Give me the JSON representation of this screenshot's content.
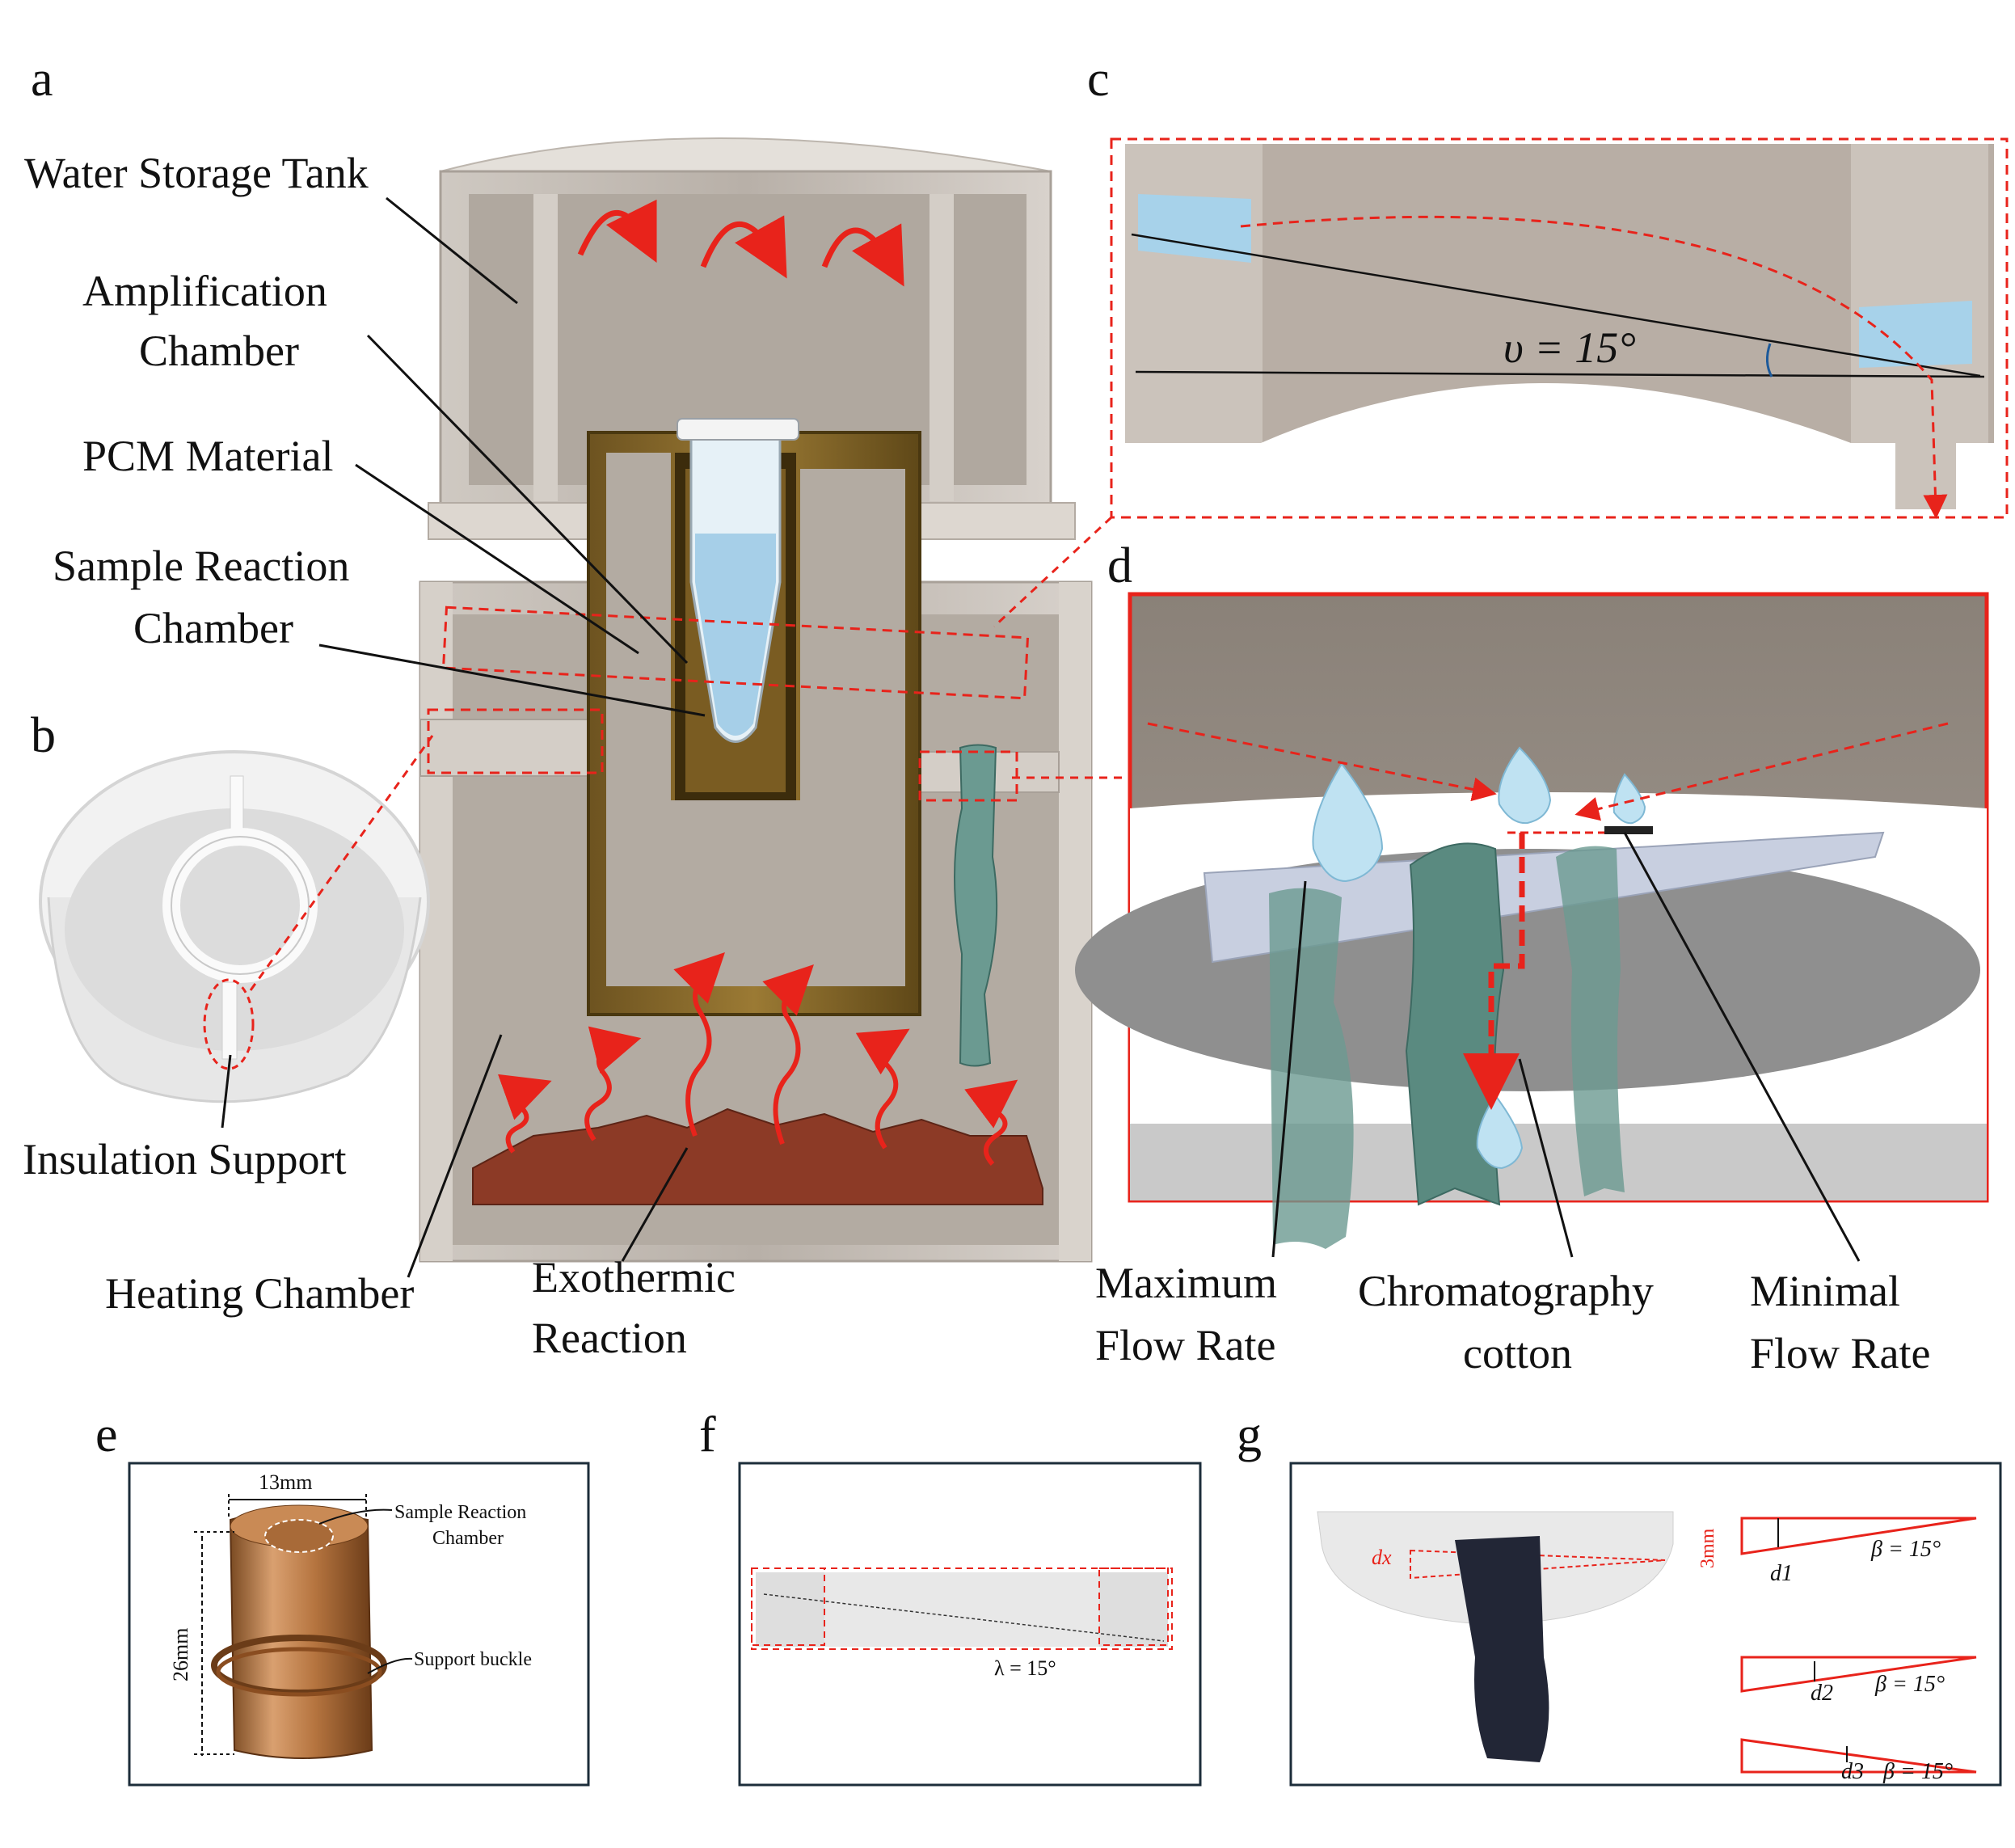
{
  "panels": {
    "a": "a",
    "b": "b",
    "c": "c",
    "d": "d",
    "e": "e",
    "f": "f",
    "g": "g"
  },
  "panel_a": {
    "water_storage_tank": "Water Storage Tank",
    "amplification_chamber_1": "Amplification",
    "amplification_chamber_2": "Chamber",
    "pcm_material": "PCM Material",
    "sample_reaction_chamber_1": "Sample Reaction",
    "sample_reaction_chamber_2": "Chamber",
    "heating_chamber": "Heating Chamber",
    "exothermic_reaction_1": "Exothermic",
    "exothermic_reaction_2": "Reaction"
  },
  "panel_b": {
    "insulation_support": "Insulation Support"
  },
  "panel_c": {
    "angle_label": "υ = 15°"
  },
  "panel_d": {
    "maximum_flow_rate_1": "Maximum",
    "maximum_flow_rate_2": "Flow Rate",
    "chromatography_cotton_1": "Chromatography",
    "chromatography_cotton_2": "cotton",
    "minimal_flow_rate_1": "Minimal",
    "minimal_flow_rate_2": "Flow Rate"
  },
  "panel_e": {
    "width_label": "13mm",
    "height_label": "26mm",
    "sample_reaction_chamber_1": "Sample Reaction",
    "sample_reaction_chamber_2": "Chamber",
    "support_buckle": "Support buckle"
  },
  "panel_f": {
    "angle_label": "λ = 15°"
  },
  "panel_g": {
    "dx_label": "dx",
    "height_label": "3mm",
    "d1": "d1",
    "d2": "d2",
    "d3": "d3",
    "beta_label": "β = 15°"
  },
  "colors": {
    "accent_red": "#e8231b",
    "housing": "#bdb5ad",
    "pcm": "#8a6a2a",
    "water": "#a8d4ea",
    "cotton": "#5f8f86",
    "heater": "#8c3a26"
  }
}
